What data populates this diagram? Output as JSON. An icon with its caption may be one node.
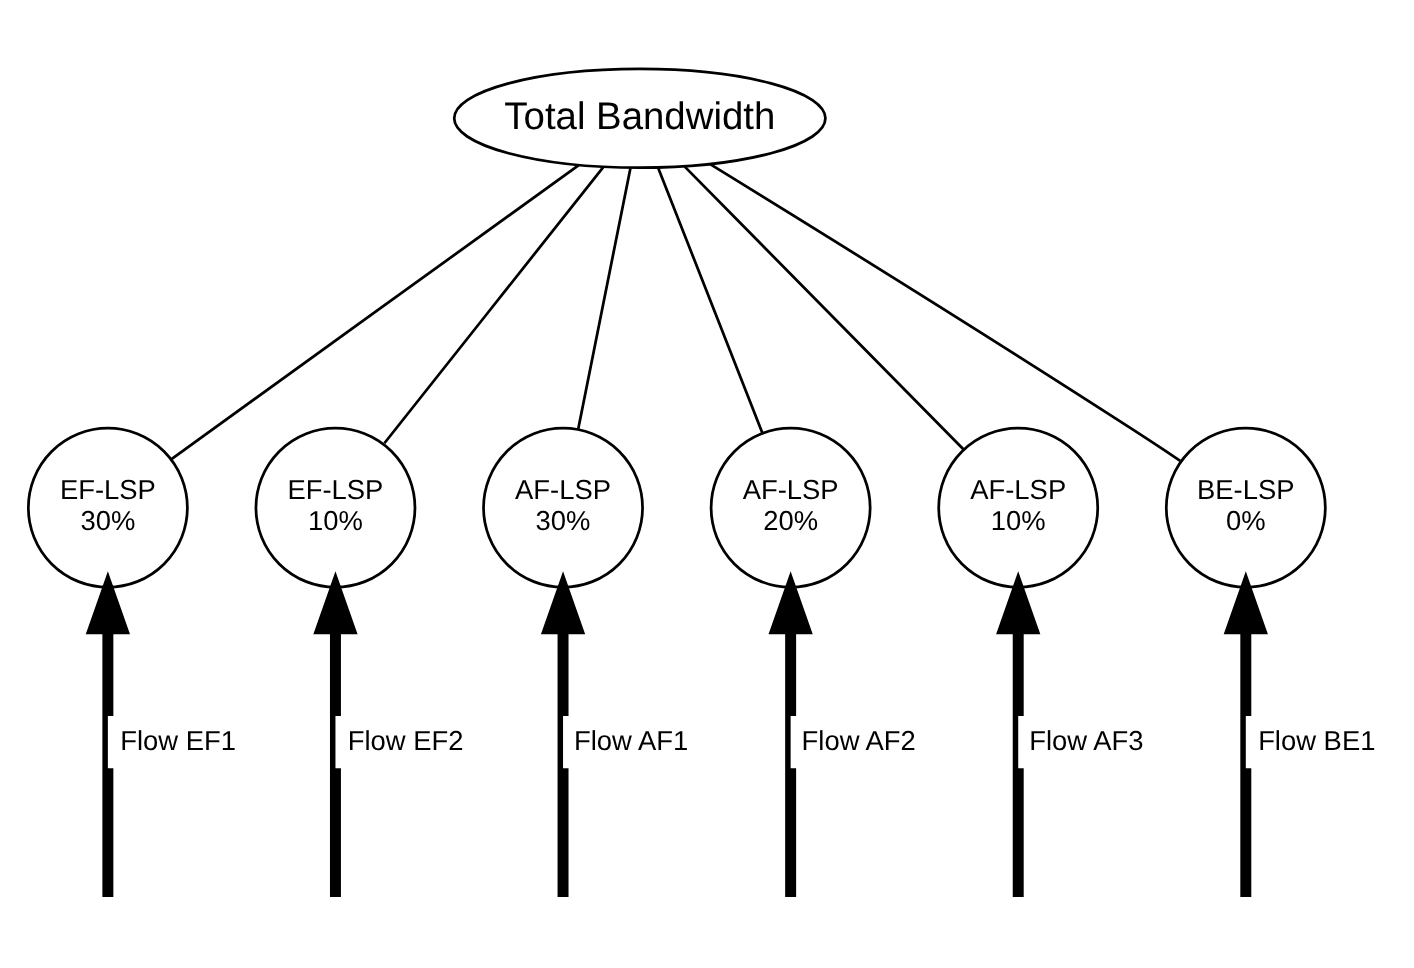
{
  "diagram": {
    "nodes": [
      {
        "text": [
          "Total Bandwidth"
        ]
      },
      {
        "text": [
          "EF-LSP",
          "30%"
        ]
      },
      {
        "text": [
          "EF-LSP",
          "10%"
        ]
      },
      {
        "text": [
          "AF-LSP",
          "30%"
        ]
      },
      {
        "text": [
          "AF-LSP",
          "20%"
        ]
      },
      {
        "text": [
          "AF-LSP",
          "10%"
        ]
      },
      {
        "text": [
          "BE-LSP",
          "0%"
        ]
      }
    ],
    "edges": [
      {
        "from": 0,
        "to": 1,
        "arrow": "none"
      },
      {
        "from": 0,
        "to": 2,
        "arrow": "none"
      },
      {
        "from": 0,
        "to": 3,
        "arrow": "none"
      },
      {
        "from": 0,
        "to": 4,
        "arrow": "none"
      },
      {
        "from": 0,
        "to": 5,
        "arrow": "none"
      },
      {
        "from": 0,
        "to": 6,
        "arrow": "none"
      },
      {
        "from": null,
        "to": 1,
        "arrow": "to",
        "label": "Flow EF1",
        "style": "thick"
      },
      {
        "from": null,
        "to": 2,
        "arrow": "to",
        "label": "Flow EF2",
        "style": "thick"
      },
      {
        "from": null,
        "to": 3,
        "arrow": "to",
        "label": "Flow AF1",
        "style": "thick"
      },
      {
        "from": null,
        "to": 4,
        "arrow": "to",
        "label": "Flow AF2",
        "style": "thick"
      },
      {
        "from": null,
        "to": 5,
        "arrow": "to",
        "label": "Flow AF3",
        "style": "thick"
      },
      {
        "from": null,
        "to": 6,
        "arrow": "to",
        "label": "Flow BE1",
        "style": "thick"
      }
    ]
  }
}
